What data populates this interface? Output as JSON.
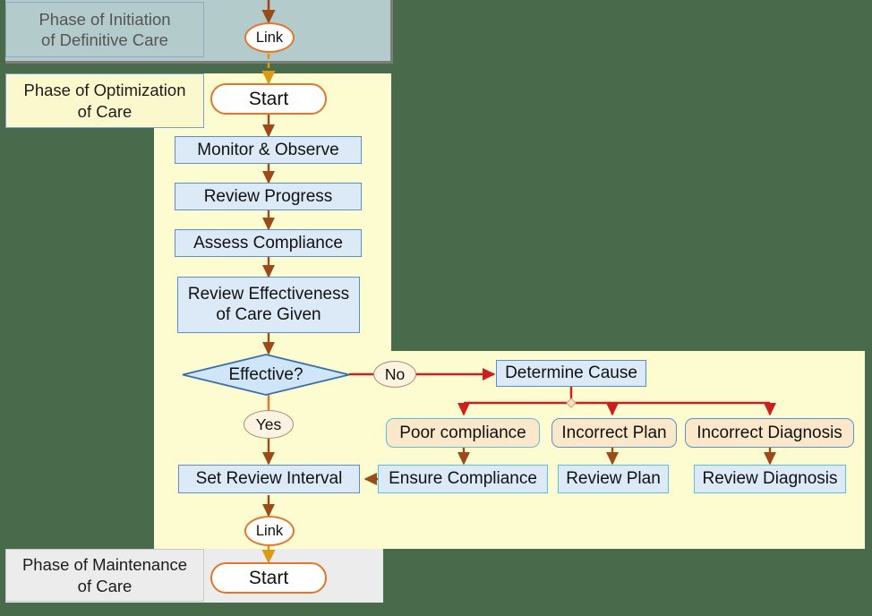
{
  "diagram": {
    "title": "Phase of Optimization of Care flowchart",
    "colors": {
      "panel_initiation_bg": "#b3cbcb",
      "panel_optimization_bg": "#fdfbd0",
      "panel_maintenance_bg": "#ececec",
      "process_fill": "#dceaf8",
      "process_border_blue": "#5b8fc9",
      "process_border_teal": "#5bbfd6",
      "cause_fill": "#fbe8cb",
      "terminator_border": "#e2762a",
      "arrow_brown": "#9c4a1a",
      "arrow_red": "#cc1f1f",
      "arrow_amber": "#d79b14",
      "arrow_orange": "#e2762a",
      "canvas_bg": "#4a6b4b"
    },
    "phases": [
      {
        "id": "initiation",
        "label": "Phase of Initiation\nof Definitive Care"
      },
      {
        "id": "optimization",
        "label": "Phase of Optimization\nof Care"
      },
      {
        "id": "maintenance",
        "label": "Phase of Maintenance\nof Care"
      }
    ],
    "phase_labels": {
      "initiation_line1": "Phase of Initiation",
      "initiation_line2": "of Definitive Care",
      "optimization_line1": "Phase of Optimization",
      "optimization_line2": "of Care",
      "maintenance_line1": "Phase of Maintenance",
      "maintenance_line2": "of Care"
    },
    "nodes": {
      "link_top": "Link",
      "start_top": "Start",
      "monitor_observe": "Monitor & Observe",
      "review_progress": "Review Progress",
      "assess_compliance": "Assess Compliance",
      "review_effectiveness_l1": "Review Effectiveness",
      "review_effectiveness_l2": "of Care Given",
      "effective_decision": "Effective?",
      "branch_no": "No",
      "branch_yes": "Yes",
      "determine_cause": "Determine Cause",
      "poor_compliance": "Poor compliance",
      "incorrect_plan": "Incorrect Plan",
      "incorrect_diagnosis": "Incorrect Diagnosis",
      "ensure_compliance": "Ensure Compliance",
      "review_plan": "Review Plan",
      "review_diagnosis": "Review Diagnosis",
      "set_review_interval": "Set Review Interval",
      "link_bottom": "Link",
      "start_bottom": "Start"
    }
  }
}
